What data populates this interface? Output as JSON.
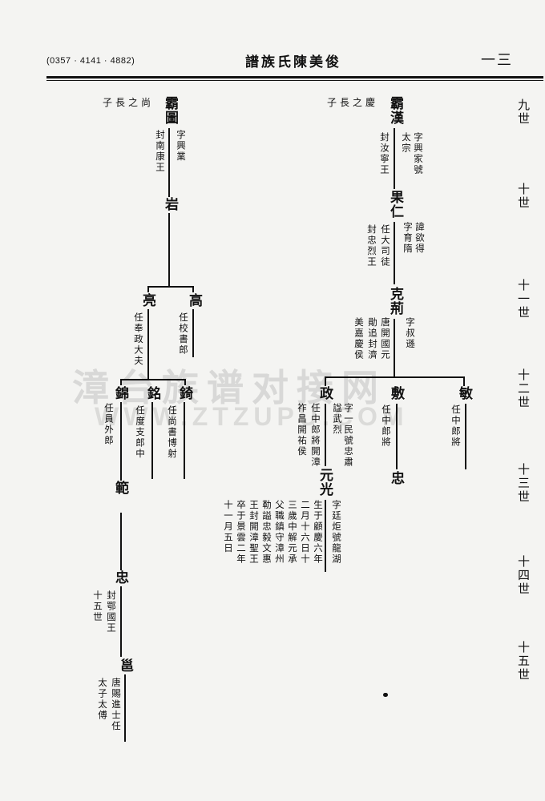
{
  "header": {
    "phone": "(0357 · 4141 · 4882)",
    "title": "譜族氏陳美俊",
    "page": "一三"
  },
  "generations": [
    "九世",
    "十世",
    "十一世",
    "十二世",
    "十三世",
    "十四世",
    "十五世"
  ],
  "right": {
    "label": "子長之慶",
    "name": "霸漢",
    "c1": "字興家號",
    "c2": "太宗",
    "c3": "封汝寧王",
    "p2": {
      "name": "果仁",
      "c1": "諱欲得",
      "c2": "字育隋",
      "c3": "任大司徒",
      "c4": "封忠烈王"
    },
    "p3": {
      "name": "克荊",
      "c1": "字叔遜",
      "c2": "唐開國元",
      "c3": "勛追封濟",
      "c4": "美嘉慶侯"
    },
    "a": {
      "name": "政",
      "c1": "字一民號忠肅",
      "c2": "諡武烈",
      "c3": "任中郎將開漳",
      "c4": "祚昌開祐侯"
    },
    "b": {
      "name": "敷",
      "c1": "任中郎將"
    },
    "cc": {
      "name": "敏",
      "c1": "任中郎將"
    },
    "b2": {
      "name": "忠"
    },
    "yg": {
      "name": "元光",
      "c1": "字廷炬號龍湖",
      "c2": "生于顧慶六年",
      "c3": "二月十六日十",
      "c4": "三歲中解元承",
      "c5": "父職鎮守漳州",
      "c6": "勒謚忠毅文惠",
      "c7": "王封開漳聖王",
      "c8": "卒于景雲二年",
      "c9": "十一月五日"
    }
  },
  "left": {
    "label": "子長之尚",
    "name": "霸圖",
    "c1": "字興業",
    "c2": "封南康王",
    "p2": {
      "name": "岩"
    },
    "liang": {
      "name": "亮",
      "c1": "任奉政大夫"
    },
    "gao": {
      "name": "高",
      "c1": "任校書郎"
    },
    "jin": {
      "name": "錦",
      "c1": "任員外郎"
    },
    "ming": {
      "name": "銘",
      "c1": "任度支郎中"
    },
    "qi": {
      "name": "錡",
      "c1": "任尚書博射"
    },
    "fan": {
      "name": "範"
    },
    "zhong": {
      "name": "忠",
      "c1": "封鄂國王",
      "c2": "十五世"
    },
    "yi": {
      "name": "邕",
      "c1": "唐賜進士任",
      "c2": "太子太傅"
    }
  },
  "watermark": {
    "line1": "漳台族谱对接网",
    "line2": "WWW.ZTZUPU.COM"
  }
}
